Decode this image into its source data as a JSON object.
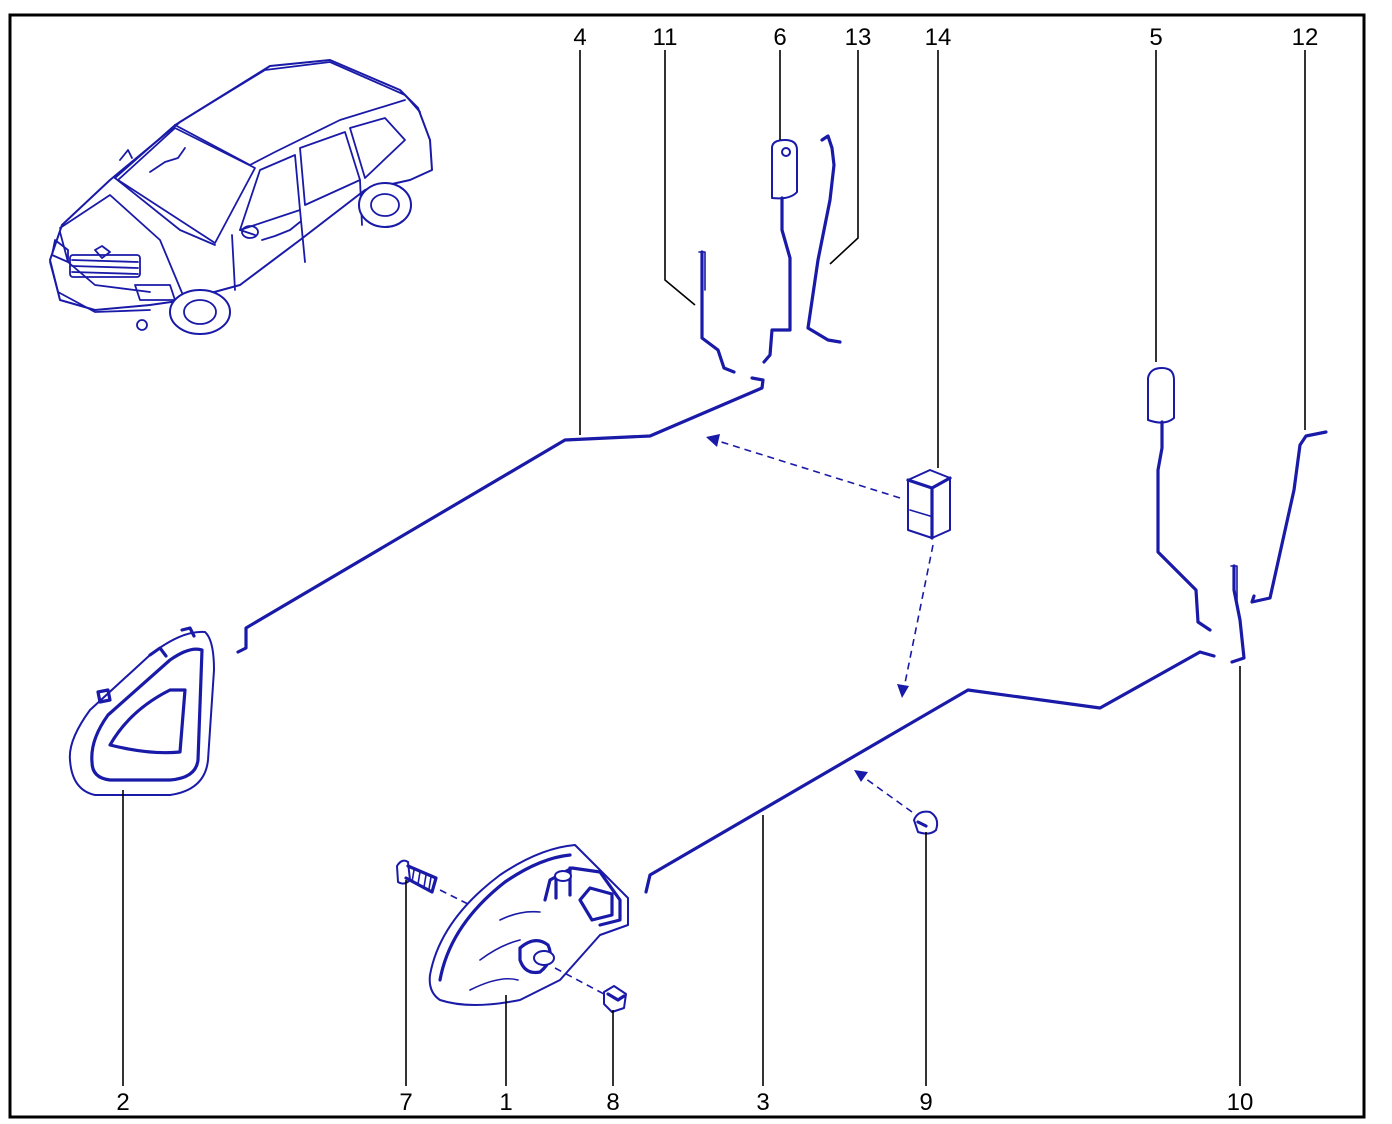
{
  "callouts": {
    "c1": "1",
    "c2": "2",
    "c3": "3",
    "c4": "4",
    "c5": "5",
    "c6": "6",
    "c7": "7",
    "c8": "8",
    "c9": "9",
    "c10": "10",
    "c11": "11",
    "c12": "12",
    "c13": "13",
    "c14": "14"
  },
  "colors": {
    "line_art": "#1a1aa8",
    "frame": "#000000",
    "background": "#ffffff"
  }
}
